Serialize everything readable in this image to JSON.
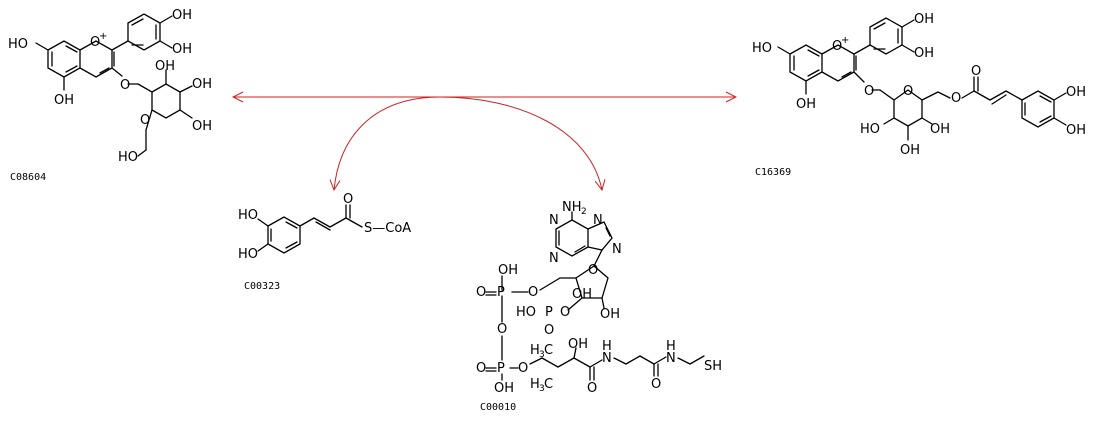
{
  "compounds": [
    {
      "id": "C08604"
    },
    {
      "id": "C00323"
    },
    {
      "id": "C00010"
    },
    {
      "id": "C16369"
    }
  ],
  "reaction": {
    "arrow_color": "#cc2222"
  },
  "labels": {
    "HO": "HO",
    "OH": "OH",
    "O": "O",
    "Oplus": "O",
    "plus": "+",
    "P": "P",
    "N": "N",
    "NH": "N",
    "H": "H",
    "NH2": "NH",
    "sub2": "2",
    "S": "S",
    "CoA": "S—CoA",
    "SH": "SH",
    "CH3": "H",
    "C": "C",
    "three": "3"
  }
}
